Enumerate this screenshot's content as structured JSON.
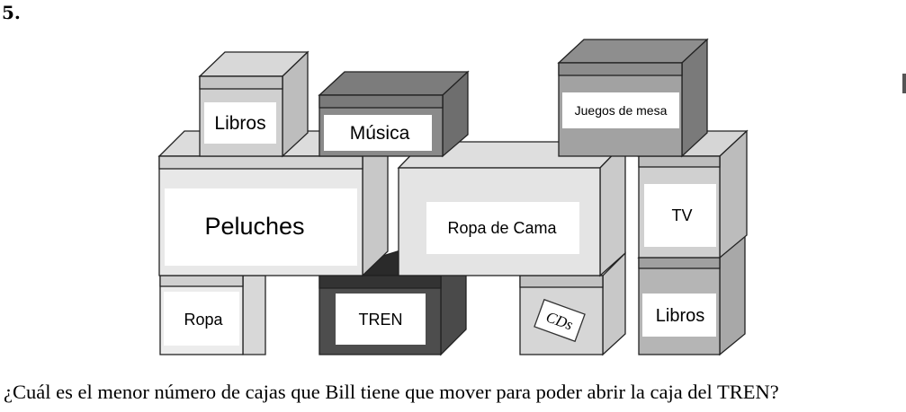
{
  "problem_number": "5.",
  "question": "¿Cuál es el menor número de cajas que Bill tiene que mover para poder abrir la caja del TREN?",
  "boxes": {
    "libros_top": "Libros",
    "musica": "Música",
    "juegos": "Juegos de mesa",
    "peluches": "Peluches",
    "ropa_cama": "Ropa de Cama",
    "tv": "TV",
    "ropa": "Ropa",
    "tren": "TREN",
    "cds": "CDs",
    "libros_bottom": "Libros"
  }
}
